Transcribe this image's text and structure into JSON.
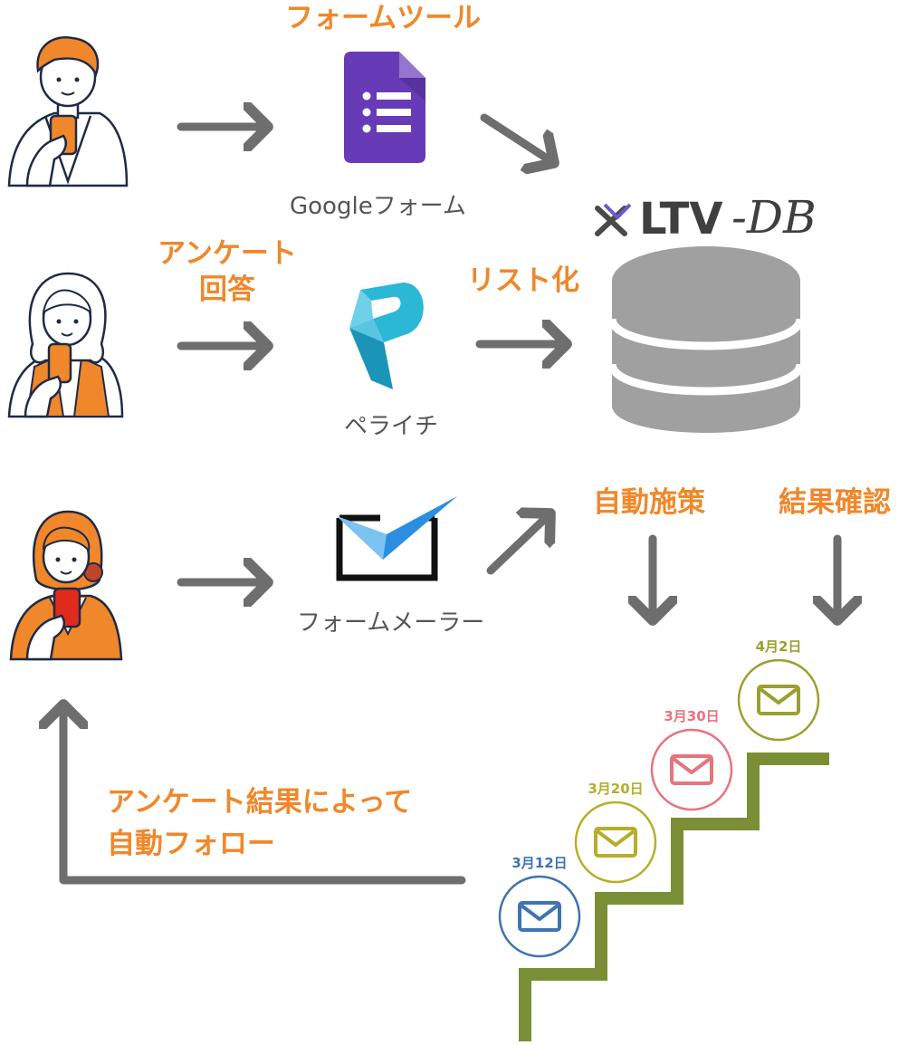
{
  "labels": {
    "form_tool": "フォームツール",
    "survey_answer_line1": "アンケート",
    "survey_answer_line2": "回答",
    "listing": "リスト化",
    "auto_action": "自動施策",
    "result_check": "結果確認",
    "auto_follow_line1": "アンケート結果によって",
    "auto_follow_line2": "自動フォロー"
  },
  "tools": [
    {
      "name": "Googleフォーム",
      "icon": "google-forms-icon"
    },
    {
      "name": "ペライチ",
      "icon": "peraichi-icon"
    },
    {
      "name": "フォームメーラー",
      "icon": "formmailer-icon"
    }
  ],
  "logo": {
    "mark": "✕",
    "text_main": "LTV",
    "text_sub": "-DB"
  },
  "mail_steps": [
    {
      "date": "3月12日",
      "color": "#3f73b3"
    },
    {
      "date": "3月20日",
      "color": "#b8ad2a"
    },
    {
      "date": "3月30日",
      "color": "#e8737d"
    },
    {
      "date": "4月2日",
      "color": "#9aa02d"
    }
  ],
  "colors": {
    "orange": "#f0872a",
    "arrow_gray": "#6e6e6e",
    "db_gray": "#a0a0a0",
    "stairs_green": "#7a8f35",
    "google_purple": "#673ab7",
    "peraichi_teal": "#2bb7d6",
    "mailer_blue": "#2a8fe0"
  }
}
